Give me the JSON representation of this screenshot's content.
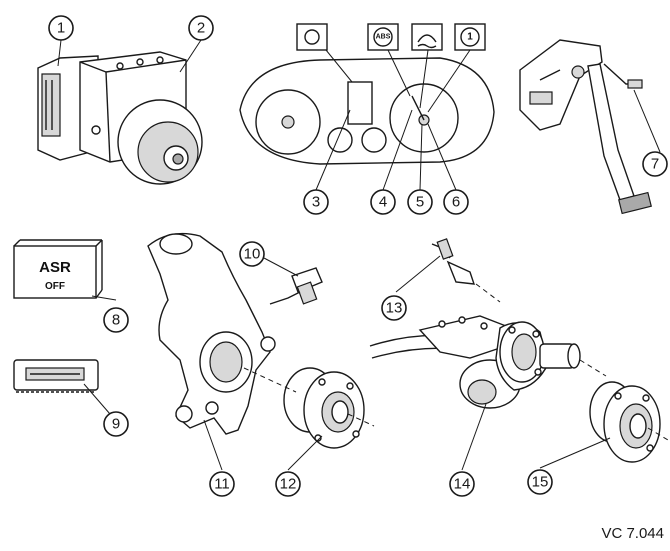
{
  "callouts": [
    "1",
    "2",
    "3",
    "4",
    "5",
    "6",
    "7",
    "8",
    "9",
    "10",
    "11",
    "12",
    "13",
    "14",
    "15"
  ],
  "switch_label": {
    "line1": "ASR",
    "line2": "OFF"
  },
  "warning_icons": {
    "abs": "ABS",
    "circled_one": "1"
  },
  "reference": "VC 7.044"
}
